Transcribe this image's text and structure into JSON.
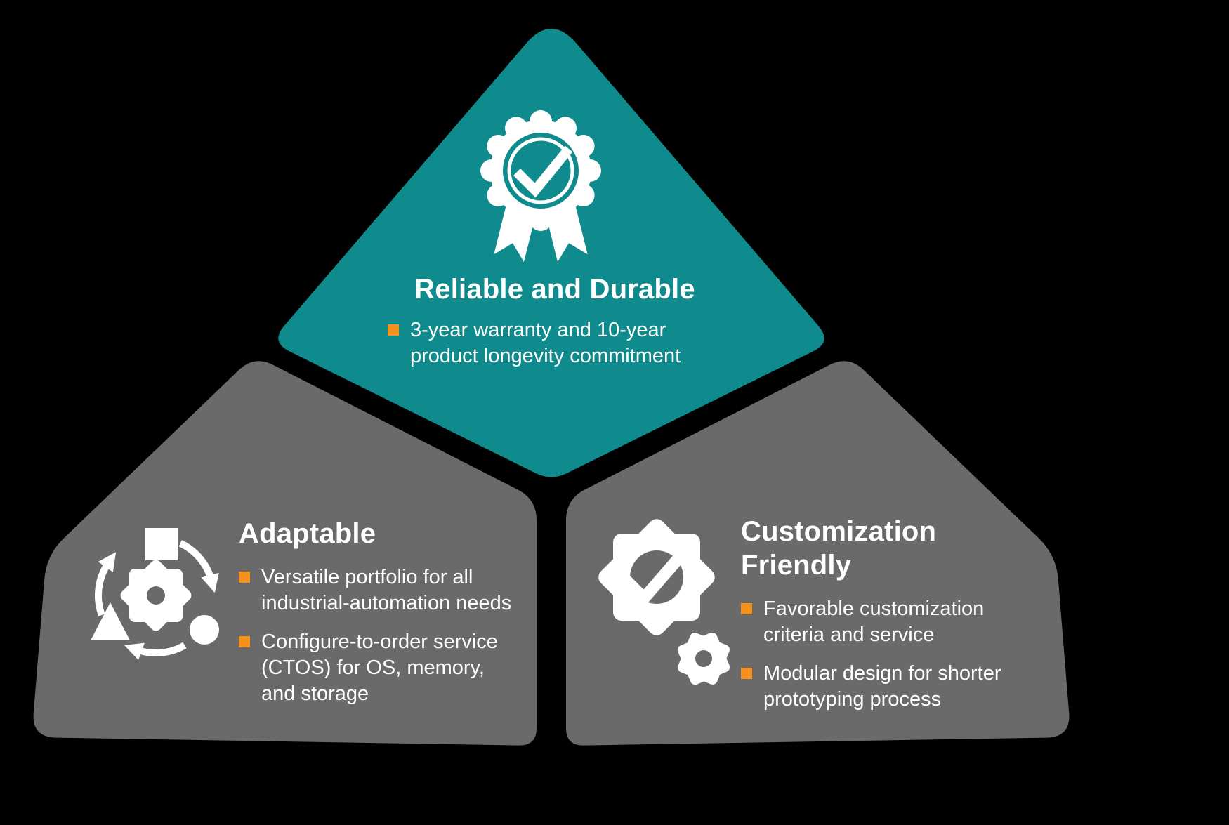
{
  "colors": {
    "background": "#000000",
    "teal": "#0F8B8D",
    "gray": "#6A6A6A",
    "orange": "#F5921E",
    "text": "#FFFFFF"
  },
  "sections": {
    "top": {
      "icon": "award-ribbon-check-icon",
      "title": "Reliable and Durable",
      "bullets": [
        "3-year warranty and 10-year\nproduct longevity commitment"
      ]
    },
    "left": {
      "icon": "adaptability-cycle-icon",
      "title": "Adaptable",
      "bullets": [
        "Versatile portfolio for all\nindustrial-automation needs",
        "Configure-to-order service\n(CTOS) for OS, memory,\nand storage"
      ]
    },
    "right": {
      "icon": "customization-gears-check-icon",
      "title": "Customization\nFriendly",
      "bullets": [
        "Favorable customization\ncriteria and service",
        "Modular design for shorter\nprototyping process"
      ]
    }
  }
}
